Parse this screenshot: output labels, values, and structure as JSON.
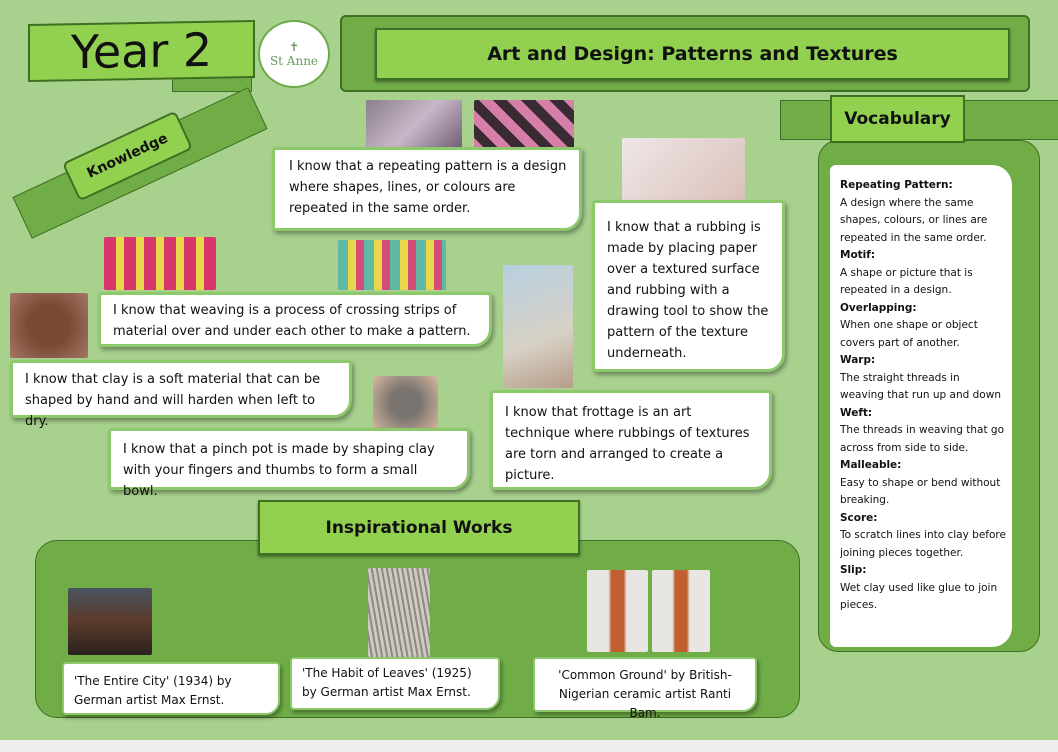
{
  "header": {
    "year": "Year 2",
    "logo_text": "St Anne",
    "title": "Art and Design: Patterns and Textures"
  },
  "sections": {
    "knowledge": "Knowledge",
    "vocabulary": "Vocabulary",
    "inspirational": "Inspirational Works"
  },
  "knowledge": [
    "I know that a repeating pattern is a design where shapes, lines, or colours are repeated in the same order.",
    "I know that a rubbing is made by placing paper over a textured surface and rubbing with a drawing tool to show the pattern of the texture underneath.",
    "I know that weaving is a process of crossing strips of material over and under each other to make a pattern.",
    "I know that clay is a soft material that can be shaped by hand and will harden when left to dry.",
    "I know that a pinch pot is made by shaping clay with your fingers and thumbs to form a small bowl.",
    "I know that frottage is an art technique where rubbings of textures are torn and arranged to create a picture."
  ],
  "vocabulary": [
    {
      "term": "Repeating Pattern:",
      "def": "A design where the same shapes, colours, or lines are repeated in the same order."
    },
    {
      "term": "Motif:",
      "def": "A shape or picture that is repeated in a design."
    },
    {
      "term": "Overlapping:",
      "def": "When one shape or object covers part of another."
    },
    {
      "term": "Warp:",
      "def": "The straight threads in weaving that run up and down"
    },
    {
      "term": "Weft:",
      "def": "The threads in weaving that go across from side to side."
    },
    {
      "term": "Malleable:",
      "def": "Easy to shape or bend without breaking."
    },
    {
      "term": "Score:",
      "def": "To scratch lines into clay before joining pieces together."
    },
    {
      "term": "Slip:",
      "def": "Wet clay used like glue to join pieces."
    }
  ],
  "works": [
    "'The Entire City' (1934) by German artist Max Ernst.",
    "'The Habit of Leaves' (1925) by German artist Max Ernst.",
    "'Common Ground' by British-Nigerian ceramic artist Ranti Bam."
  ]
}
